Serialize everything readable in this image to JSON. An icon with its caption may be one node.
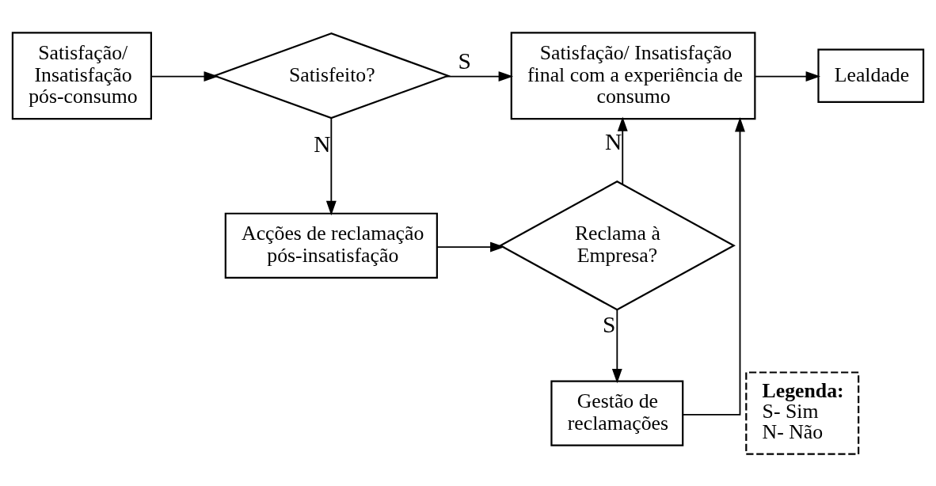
{
  "diagram": {
    "nodes": [
      {
        "text": [
          "Satisfação/ Insatisfação pós-consumo"
        ]
      },
      {
        "text": [
          "Satisfeito?"
        ]
      },
      {
        "text": [
          "Satisfação/ Insatisfação final com a experiência de consumo"
        ]
      },
      {
        "text": [
          "Lealdade"
        ]
      },
      {
        "text": [
          "Acções de reclamação pós-insatisfação"
        ]
      },
      {
        "text": [
          "Reclama à Empresa?"
        ]
      },
      {
        "text": [
          "Gestão de reclamações"
        ]
      },
      {
        "text": [
          "Legenda:",
          "S- Sim",
          "N- Não"
        ]
      }
    ],
    "edges": [
      {
        "from": 0,
        "to": 1,
        "arrow": "to"
      },
      {
        "from": 1,
        "to": 2,
        "arrow": "to",
        "label": "S"
      },
      {
        "from": 1,
        "to": 4,
        "arrow": "to",
        "label": "N"
      },
      {
        "from": 4,
        "to": 5,
        "arrow": "to"
      },
      {
        "from": 5,
        "to": 2,
        "arrow": "to",
        "label": "N"
      },
      {
        "from": 5,
        "to": 6,
        "arrow": "to",
        "label": "S"
      },
      {
        "from": 6,
        "to": 2,
        "arrow": "to"
      },
      {
        "from": 2,
        "to": 3,
        "arrow": "to"
      }
    ]
  }
}
